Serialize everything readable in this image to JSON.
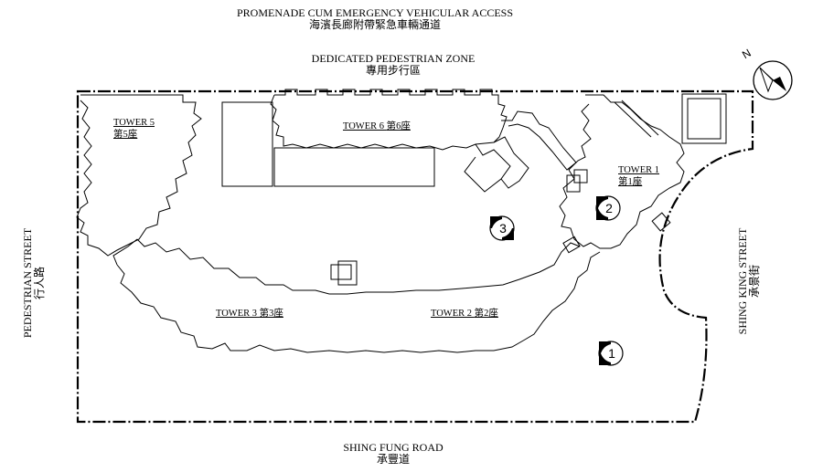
{
  "top_road": {
    "en": "PROMENADE CUM EMERGENCY VEHICULAR ACCESS",
    "zh": "海濱長廊附帶緊急車輛通道"
  },
  "top_zone": {
    "en": "DEDICATED PEDESTRIAN ZONE",
    "zh": "專用步行區"
  },
  "left_street": {
    "en": "PEDESTRIAN STREET",
    "zh": "行人路"
  },
  "right_street": {
    "en": "SHING KING STREET",
    "zh": "承景街"
  },
  "bottom_road": {
    "en": "SHING FUNG ROAD",
    "zh": "承豐道"
  },
  "towers": {
    "t5": {
      "en": "TOWER 5",
      "zh": "第5座"
    },
    "t6": {
      "en": "TOWER 6",
      "zh": "第6座"
    },
    "t1": {
      "en": "TOWER 1",
      "zh": "第1座"
    },
    "t3": {
      "en": "TOWER 3",
      "zh": "第3座"
    },
    "t2": {
      "en": "TOWER 2",
      "zh": "第2座"
    }
  },
  "markers": {
    "m1": "1",
    "m2": "2",
    "m3": "3"
  },
  "north": {
    "letter": "N"
  }
}
